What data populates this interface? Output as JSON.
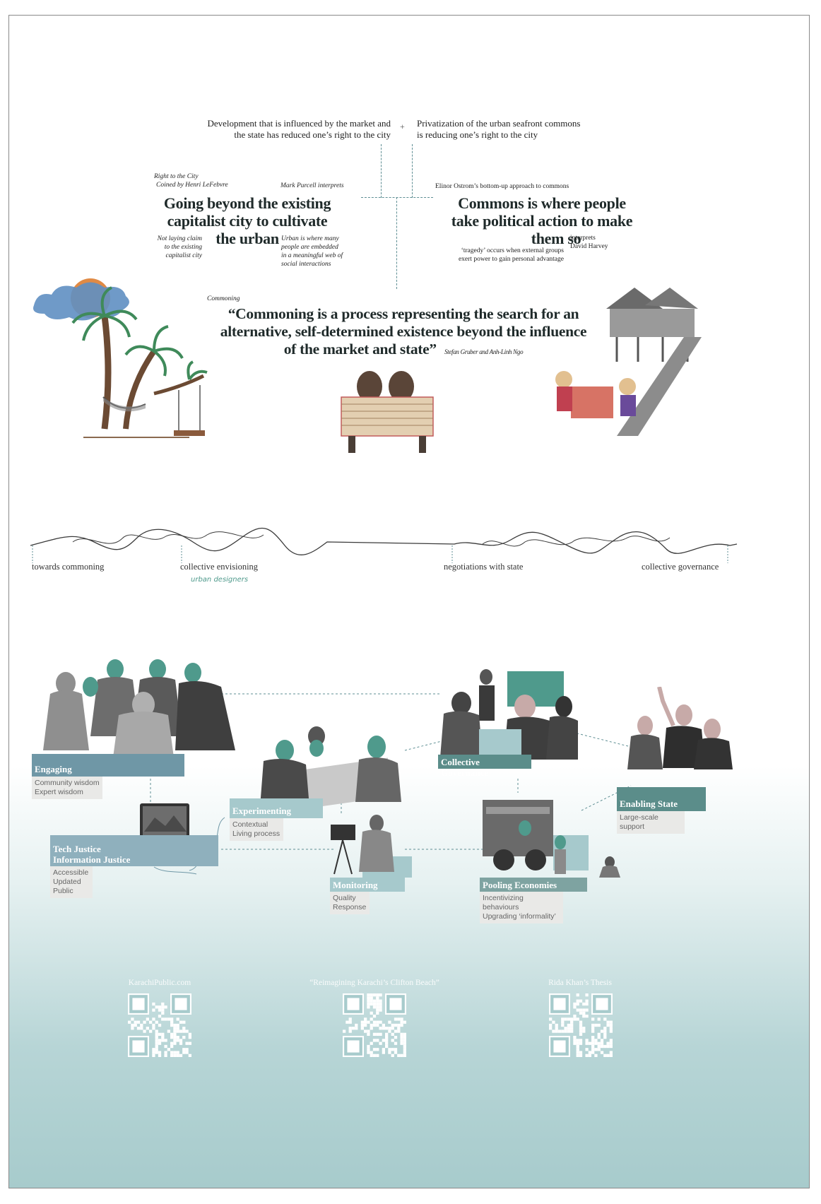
{
  "top": {
    "thesis_left": [
      "Development that is influenced by the market and",
      "the state has reduced one’s right to the city"
    ],
    "plus": "+",
    "thesis_right": [
      "Privatization of the urban seafront commons",
      "is reducing one’s right to the city"
    ]
  },
  "left_block": {
    "note_top": [
      "Right to the City",
      "Coined by Henri LeFebvre"
    ],
    "note_right": "Mark Purcell interprets",
    "heading": [
      "Going beyond the existing",
      "capitalist city to cultivate",
      "the urban"
    ],
    "note_left": [
      "Not laying claim",
      "to the existing",
      "capitalist city"
    ],
    "note_bottom": [
      "Urban is where many",
      "people are embedded",
      "in a meaningful web of",
      "social interactions"
    ]
  },
  "right_block": {
    "note_top": "Elinor Ostrom’s bottom-up approach to commons",
    "heading": [
      "Commons is where people",
      "take political action to make",
      "them so"
    ],
    "note_interprets": [
      "interprets",
      "David Harvey"
    ],
    "note_bottom": [
      "‘tragedy’ occurs when external groups",
      "exert power to gain personal advantage"
    ]
  },
  "commoning": {
    "label": "Commoning",
    "quote": [
      "“Commoning is a process representing the search for an",
      "alternative, self-determined existence beyond the influence",
      "of the market and state”"
    ],
    "attribution": "Stefan Gruber and Anh-Linh Ngo"
  },
  "timeline": {
    "stages": [
      "towards commoning",
      "collective envisioning",
      "negotiations with state",
      "collective governance"
    ],
    "annotation": "urban designers"
  },
  "network": {
    "nodes": [
      {
        "title": "Engaging",
        "lines": [
          "Community wisdom",
          "Expert wisdom"
        ]
      },
      {
        "title": "Experimenting",
        "lines": [
          "Contextual",
          "Living process"
        ]
      },
      {
        "title": "Collective Governance",
        "lines": []
      },
      {
        "title": "Enabling State",
        "lines": [
          "Large-scale support"
        ]
      },
      {
        "title": "Tech Justice\nInformation Justice",
        "lines": [
          "Accessible",
          "Updated",
          "Public"
        ]
      },
      {
        "title": "Monitoring",
        "lines": [
          "Quality",
          "Response"
        ]
      },
      {
        "title": "Pooling Economies",
        "lines": [
          "Incentivizing behaviours",
          "Upgrading ‘informality’"
        ]
      }
    ]
  },
  "footer": {
    "qr_labels": [
      "KarachiPublic.com",
      "“Reimagining Karachi’s Clifton Beach”",
      "Rida Khan’s Thesis"
    ]
  },
  "colors": {
    "teal": "#4f9a8c",
    "slate": "#6f97a6",
    "light_teal": "#a6c9cc",
    "dark_teal": "#5b8d8a"
  }
}
